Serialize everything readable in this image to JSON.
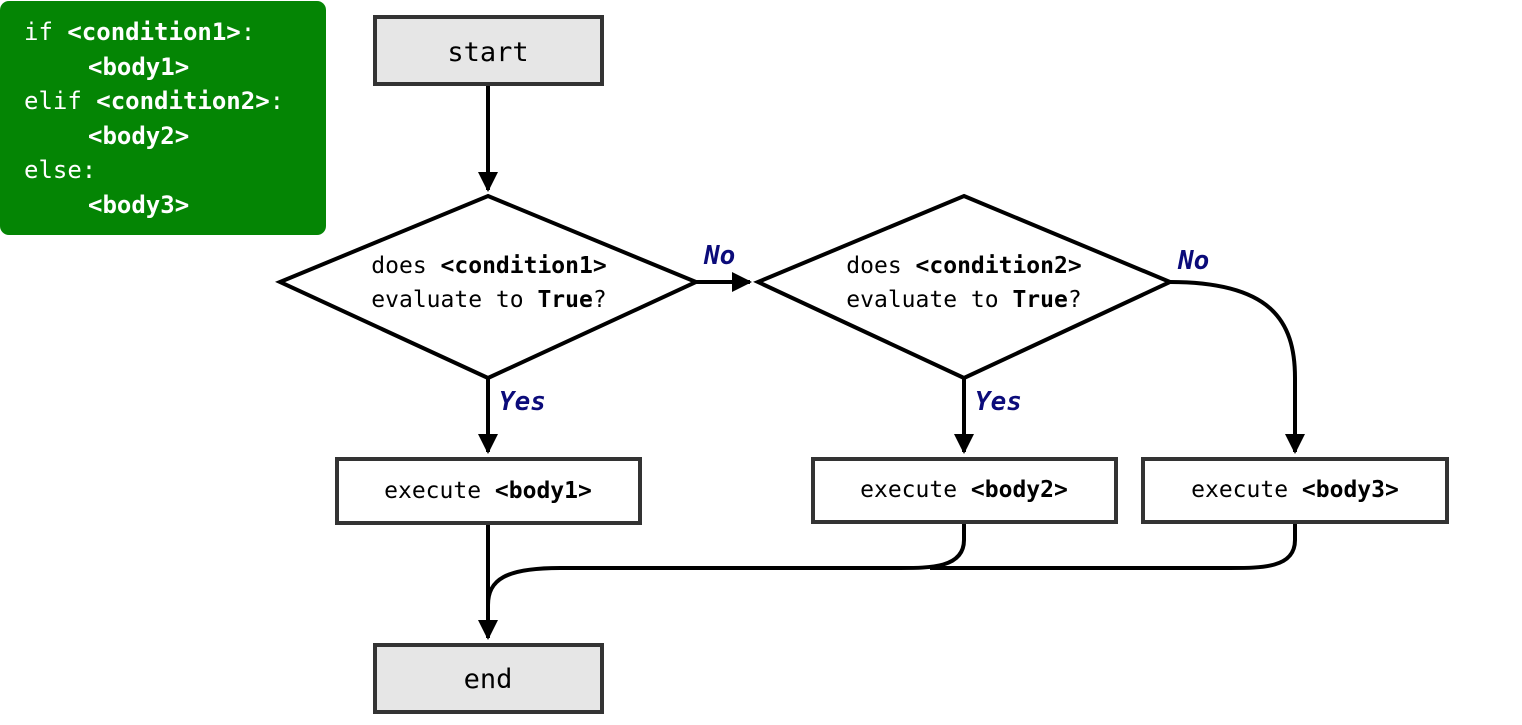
{
  "code": {
    "line1_kw": "if",
    "line1_arg": "<condition1>",
    "line1_end": ":",
    "line2": "<body1>",
    "line3_kw": "elif",
    "line3_arg": "<condition2>",
    "line3_end": ":",
    "line4": "<body2>",
    "line5": "else:",
    "line6": "<body3>"
  },
  "flow": {
    "start": "start",
    "end": "end",
    "decision1": {
      "l1_pre": "does ",
      "l1_bold": "<condition1>",
      "l2_pre": "evaluate to ",
      "l2_bold": "True",
      "l2_post": "?"
    },
    "decision2": {
      "l1_pre": "does ",
      "l1_bold": "<condition2>",
      "l2_pre": "evaluate to ",
      "l2_bold": "True",
      "l2_post": "?"
    },
    "body1": {
      "pre": "execute ",
      "bold": "<body1>"
    },
    "body2": {
      "pre": "execute ",
      "bold": "<body2>"
    },
    "body3": {
      "pre": "execute ",
      "bold": "<body3>"
    },
    "labels": {
      "no1": "No",
      "no2": "No",
      "yes1": "Yes",
      "yes2": "Yes"
    }
  },
  "colors": {
    "code_bg": "#048504",
    "terminal_fill": "#e6e6e6",
    "label_color": "#0b0b7a"
  }
}
